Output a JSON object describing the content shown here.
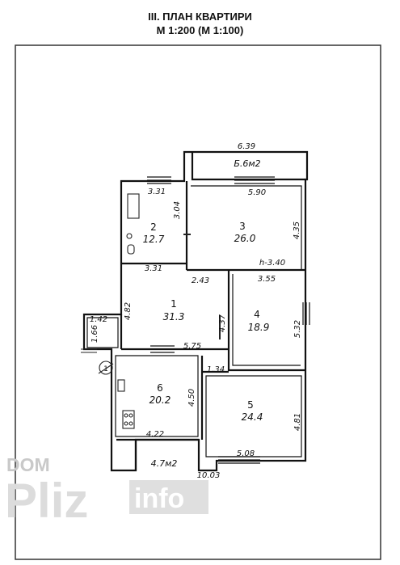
{
  "header": {
    "title": "III. ПЛАН КВАРТИРИ",
    "scale": "М 1:200 (М 1:100)"
  },
  "rooms": [
    {
      "number": "1",
      "area": "31.3"
    },
    {
      "number": "2",
      "area": "12.7"
    },
    {
      "number": "3",
      "area": "26.0"
    },
    {
      "number": "4",
      "area": "18.9"
    },
    {
      "number": "5",
      "area": "24.4"
    },
    {
      "number": "6",
      "area": "20.2"
    }
  ],
  "balconies": {
    "top": "Б.6м2",
    "bottom": "4.7м2"
  },
  "dimensions": {
    "top_width": "6.39",
    "room2_width_top": "3.31",
    "room2_width_bottom": "3.31",
    "room2_height": "3.04",
    "room3_width": "5.90",
    "room3_height": "4.35",
    "ceiling_height": "h-3.40",
    "corridor_offset": "2.43",
    "room4_width": "3.55",
    "room4_height": "5.32",
    "room1_height": "4.82",
    "partition_a": "4.37",
    "room1_width": "5.75",
    "step": "1.34",
    "room6_height": "4.50",
    "room5_height": "4.81",
    "room6_width": "4.22",
    "room5_width": "5.08",
    "total_width": "10.03",
    "entry_width": "1.42",
    "entry_depth": "1.66",
    "entry_marker": "1"
  },
  "watermark": {
    "line1": "DOM",
    "line2": "Pliz",
    "line3": "info"
  }
}
